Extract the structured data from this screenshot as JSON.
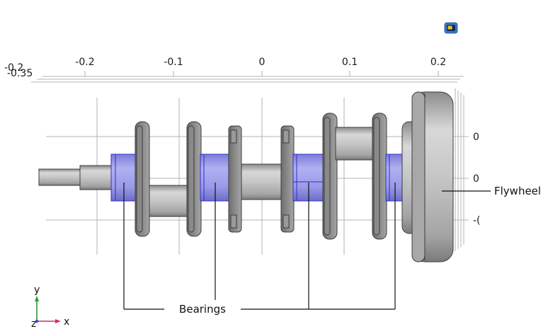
{
  "toolbar": {
    "graphics_icon": "comsol-graphics-window-icon"
  },
  "axes": {
    "x_ticks": [
      "-0.2",
      "-0.1",
      "0",
      "0.1",
      "0.2"
    ],
    "corner_tick_overlap_top": "-0.2",
    "corner_tick_overlap_bottom": "-0.35",
    "z_ticks": [
      "0",
      "0",
      "-("
    ]
  },
  "labels": {
    "flywheel": "Flywheel",
    "bearings": "Bearings"
  },
  "triad": {
    "y": "y",
    "x": "x",
    "z": "z"
  },
  "colors": {
    "metal": "#b4b4b4",
    "bearing": "#9a9ae6",
    "bearing_edge": "#3030c8",
    "edge": "#3c3c3c",
    "grid": "#b3b3b3",
    "triad_x": "#d62872",
    "triad_y": "#2b9a3c",
    "triad_z": "#2255cc"
  }
}
